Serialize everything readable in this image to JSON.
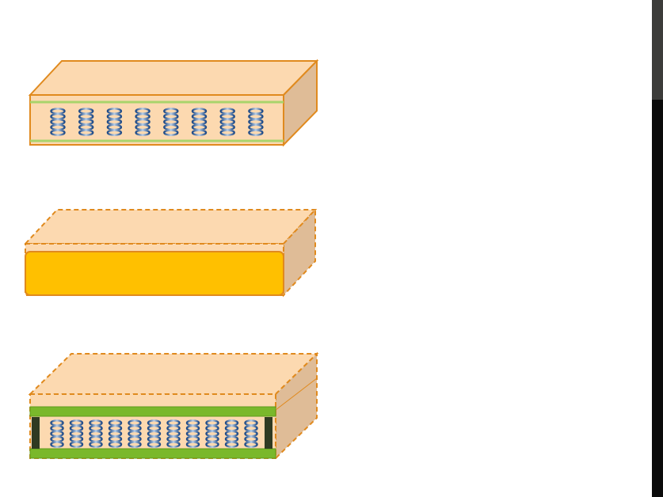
{
  "diagram": {
    "colors": {
      "page_bg": "#ffffff",
      "box_fill": "#fcd9b0",
      "box_side": "#dfbc97",
      "box_stroke": "#e08a1e",
      "foam_fill": "#ffc000",
      "green_band": "#7ab82b",
      "green_light": "#a9d46b",
      "dark_post": "#2f3a22",
      "spring_blue": "#2e5c9e",
      "spring_light": "#b9cfe8",
      "right_edge_dark": "#0b0b0b",
      "right_edge_gray": "#3c3c3a"
    },
    "items": [
      {
        "type": "innerspring-mattress",
        "outline": "solid",
        "spring_count": 8
      },
      {
        "type": "foam-mattress",
        "outline": "dashed"
      },
      {
        "type": "pocket-spring-mattress",
        "outline": "dashed",
        "spring_count": 11
      }
    ]
  }
}
